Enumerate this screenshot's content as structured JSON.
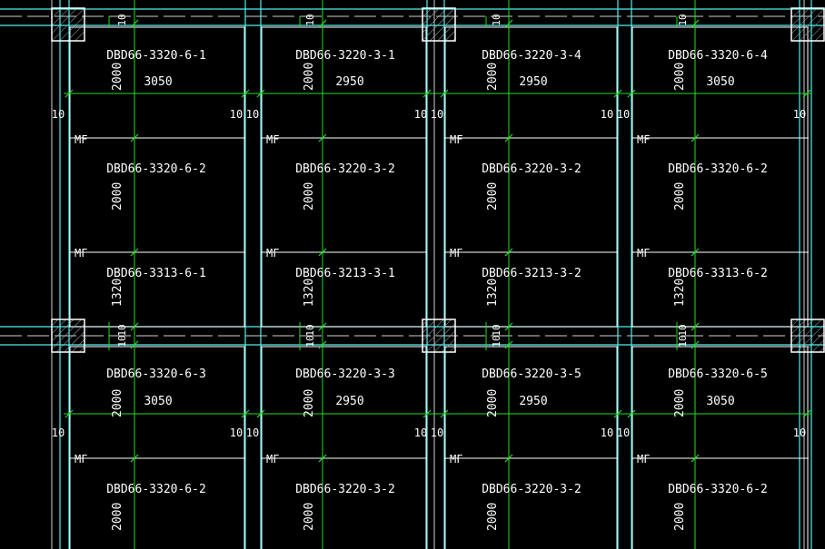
{
  "colors": {
    "background": "#000000",
    "beam": "#4ff0f0",
    "slab_joint": "#ffffff",
    "rebar": "#22dd22",
    "text": "#ffffff",
    "column": "#ffffff"
  },
  "labels": {
    "seam_code": "MF",
    "gap": "10"
  },
  "bays": [
    {
      "column": 1,
      "band_1": {
        "top_id": "DBD66-3320-6-1",
        "top_width": "2000",
        "span": "3050",
        "mid_id": "DBD66-3320-6-2",
        "mid_width": "2000",
        "bot_id": "DBD66-3313-6-1",
        "bot_width": "1320"
      },
      "band_2": {
        "top_id": "DBD66-3320-6-3",
        "top_width": "2000",
        "span": "3050",
        "mid_id": "DBD66-3320-6-2",
        "mid_width": "2000"
      }
    },
    {
      "column": 2,
      "band_1": {
        "top_id": "DBD66-3220-3-1",
        "top_width": "2000",
        "span": "2950",
        "mid_id": "DBD66-3220-3-2",
        "mid_width": "2000",
        "bot_id": "DBD66-3213-3-1",
        "bot_width": "1320"
      },
      "band_2": {
        "top_id": "DBD66-3220-3-3",
        "top_width": "2000",
        "span": "2950",
        "mid_id": "DBD66-3220-3-2",
        "mid_width": "2000"
      }
    },
    {
      "column": 3,
      "band_1": {
        "top_id": "DBD66-3220-3-4",
        "top_width": "2000",
        "span": "2950",
        "mid_id": "DBD66-3220-3-2",
        "mid_width": "2000",
        "bot_id": "DBD66-3213-3-2",
        "bot_width": "1320"
      },
      "band_2": {
        "top_id": "DBD66-3220-3-5",
        "top_width": "2000",
        "span": "2950",
        "mid_id": "DBD66-3220-3-2",
        "mid_width": "2000"
      }
    },
    {
      "column": 4,
      "band_1": {
        "top_id": "DBD66-3320-6-4",
        "top_width": "2000",
        "span": "3050",
        "mid_id": "DBD66-3320-6-2",
        "mid_width": "2000",
        "bot_id": "DBD66-3313-6-2",
        "bot_width": "1320"
      },
      "band_2": {
        "top_id": "DBD66-3320-6-5",
        "top_width": "2000",
        "span": "3050",
        "mid_id": "DBD66-3320-6-2",
        "mid_width": "2000"
      }
    }
  ]
}
